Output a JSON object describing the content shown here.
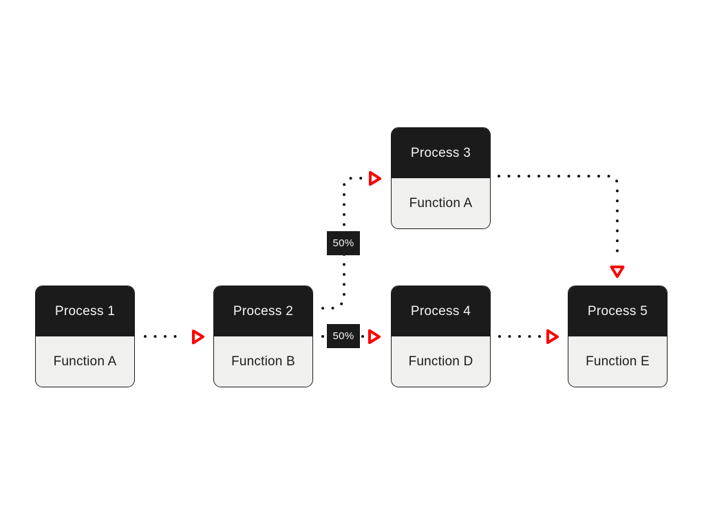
{
  "diagram": {
    "type": "flowchart",
    "nodes": [
      {
        "id": "process-1",
        "title": "Process 1",
        "subtitle": "Function A"
      },
      {
        "id": "process-2",
        "title": "Process 2",
        "subtitle": "Function B"
      },
      {
        "id": "process-3",
        "title": "Process 3",
        "subtitle": "Function A"
      },
      {
        "id": "process-4",
        "title": "Process 4",
        "subtitle": "Function D"
      },
      {
        "id": "process-5",
        "title": "Process 5",
        "subtitle": "Function E"
      }
    ],
    "edges": [
      {
        "from": "Process 1",
        "to": "Process 2",
        "label": ""
      },
      {
        "from": "Process 2",
        "to": "Process 3",
        "label": "50%"
      },
      {
        "from": "Process 2",
        "to": "Process 4",
        "label": "50%"
      },
      {
        "from": "Process 3",
        "to": "Process 5",
        "label": ""
      },
      {
        "from": "Process 4",
        "to": "Process 5",
        "label": ""
      }
    ],
    "colors": {
      "node_header": "#1b1b1b",
      "node_body": "#f0f0ef",
      "node_border": "#1b1b1b",
      "header_text": "#f4f4f3",
      "body_text": "#1b1b1b",
      "connector_dots": "#141414",
      "arrowhead_stroke": "#fa0400",
      "arrowhead_fill": "#ffffff",
      "background": "#ffffff"
    },
    "connector_style": "dotted",
    "arrowhead_style": "open-triangle"
  }
}
